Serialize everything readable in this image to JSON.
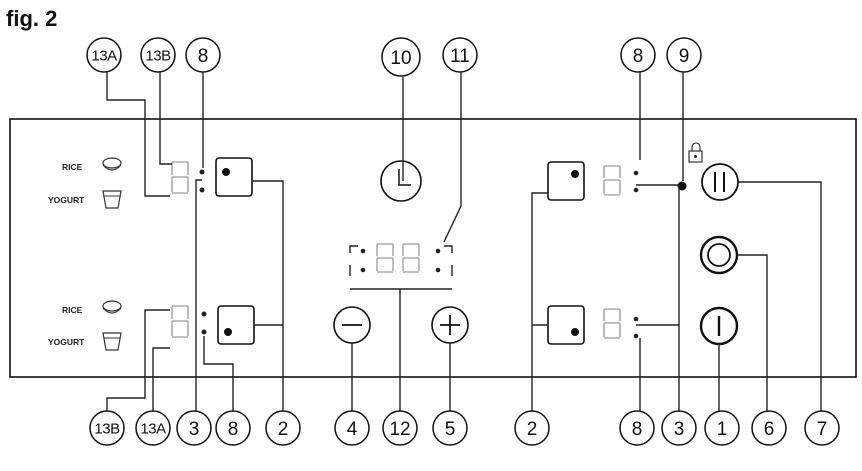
{
  "figure": {
    "title": "fig. 2"
  },
  "panel_labels": {
    "upper_rice": "RICE",
    "upper_yogurt": "YOGURT",
    "lower_rice": "RICE",
    "lower_yogurt": "YOGURT"
  },
  "callouts": {
    "top_13a": "13A",
    "top_13b": "13B",
    "top_8_left": "8",
    "top_10": "10",
    "top_11": "11",
    "top_8_right": "8",
    "top_9": "9",
    "bot_13b": "13B",
    "bot_13a": "13A",
    "bot_3_left": "3",
    "bot_8_left": "8",
    "bot_2_left": "2",
    "bot_4": "4",
    "bot_12": "12",
    "bot_5": "5",
    "bot_2_right": "2",
    "bot_8_right": "8",
    "bot_3_right": "3",
    "bot_1": "1",
    "bot_6": "6",
    "bot_7": "7"
  },
  "icons": {
    "rice_bowl": "rice-bowl-icon",
    "yogurt_cup": "yogurt-cup-icon",
    "clock": "clock-icon",
    "minus": "minus-icon",
    "plus": "plus-icon",
    "lock": "lock-icon",
    "pause": "pause-icon",
    "ring": "ring-icon",
    "power": "power-icon"
  }
}
